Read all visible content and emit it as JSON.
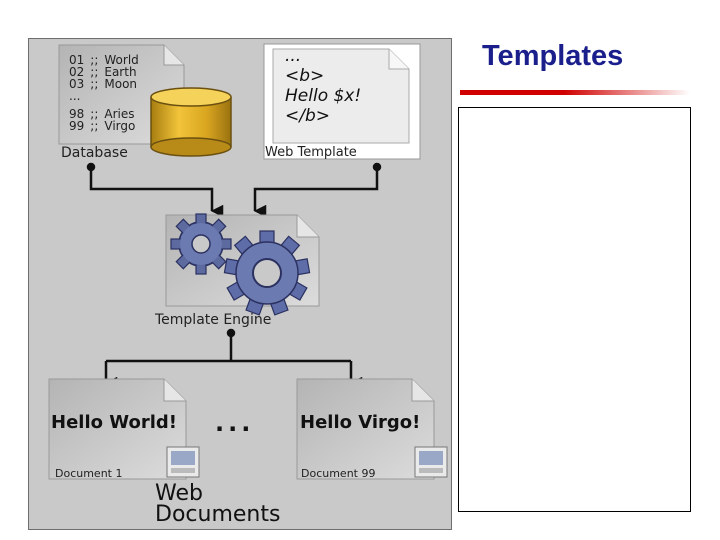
{
  "slide": {
    "title": "Templates"
  },
  "diagram": {
    "database": {
      "rows": [
        {
          "num": "01",
          "sep": ";;",
          "name": "World"
        },
        {
          "num": "02",
          "sep": ";;",
          "name": "Earth"
        },
        {
          "num": "03",
          "sep": ";;",
          "name": "Moon"
        },
        {
          "num": "...",
          "sep": "",
          "name": ""
        },
        {
          "num": "98",
          "sep": ";;",
          "name": "Aries"
        },
        {
          "num": "99",
          "sep": ";;",
          "name": "Virgo"
        }
      ],
      "label": "Database"
    },
    "web_template": {
      "lines": [
        "...",
        "<b>",
        "Hello $x!",
        "</b>"
      ],
      "label": "Web Template"
    },
    "engine": {
      "label": "Template Engine"
    },
    "documents": [
      {
        "text": "Hello World!",
        "label": "Document 1"
      },
      {
        "text": "Hello Virgo!",
        "label": "Document 99"
      }
    ],
    "ellipsis": "...",
    "footer_line1": "Web",
    "footer_line2": "Documents"
  }
}
